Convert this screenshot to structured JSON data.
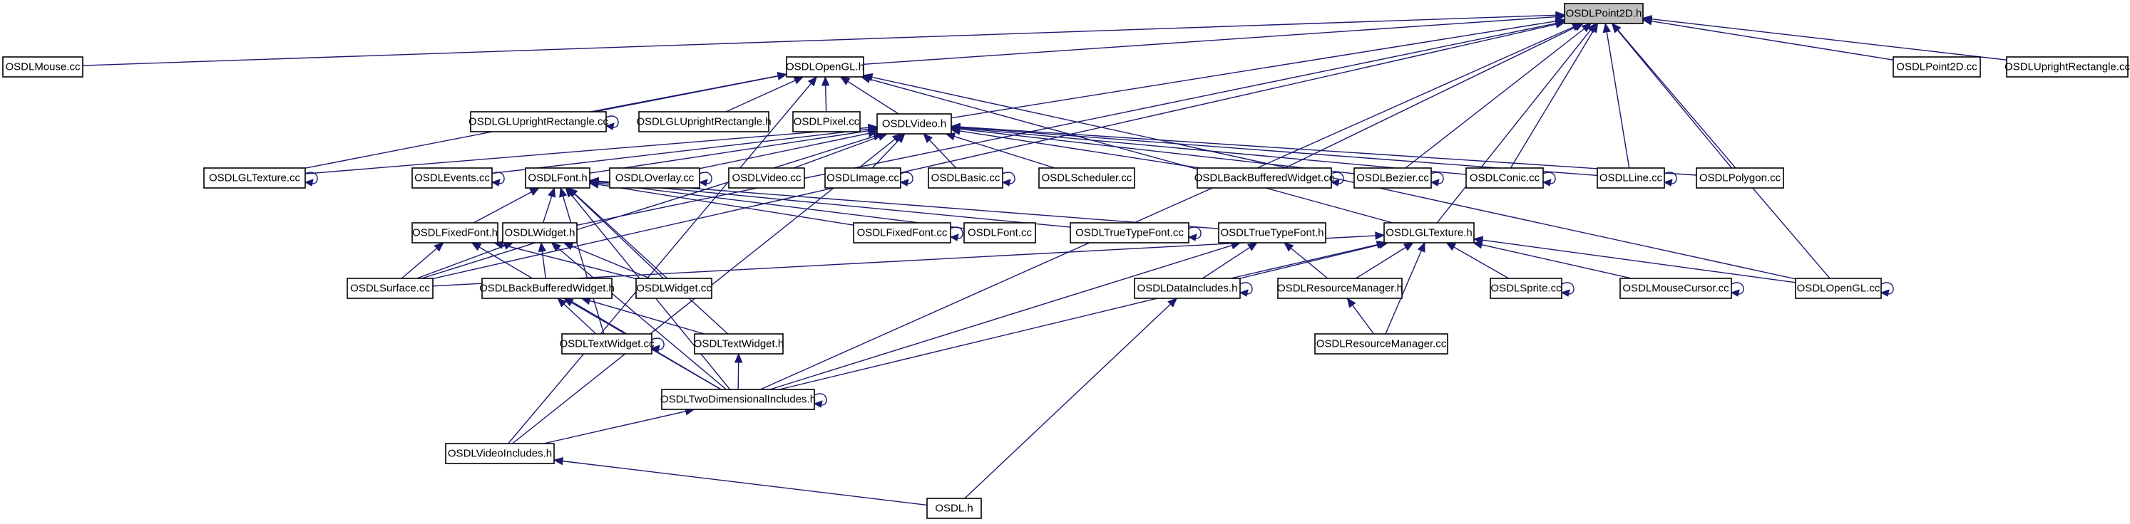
{
  "nodes": [
    {
      "id": "point2d_h",
      "label": "OSDLPoint2D.h",
      "root": true
    },
    {
      "id": "mouse_cc",
      "label": "OSDLMouse.cc"
    },
    {
      "id": "opengl_h",
      "label": "OSDLOpenGL.h"
    },
    {
      "id": "point2d_cc",
      "label": "OSDLPoint2D.cc"
    },
    {
      "id": "uprightrect_cc",
      "label": "OSDLUprightRectangle.cc"
    },
    {
      "id": "glupright_cc",
      "label": "OSDLGLUprightRectangle.cc"
    },
    {
      "id": "glupright_h",
      "label": "OSDLGLUprightRectangle.h"
    },
    {
      "id": "pixel_cc",
      "label": "OSDLPixel.cc"
    },
    {
      "id": "video_h",
      "label": "OSDLVideo.h"
    },
    {
      "id": "gltexture_cc",
      "label": "OSDLGLTexture.cc"
    },
    {
      "id": "events_cc",
      "label": "OSDLEvents.cc"
    },
    {
      "id": "font_h",
      "label": "OSDLFont.h"
    },
    {
      "id": "overlay_cc",
      "label": "OSDLOverlay.cc"
    },
    {
      "id": "video_cc",
      "label": "OSDLVideo.cc"
    },
    {
      "id": "image_cc",
      "label": "OSDLImage.cc"
    },
    {
      "id": "basic_cc",
      "label": "OSDLBasic.cc"
    },
    {
      "id": "scheduler_cc",
      "label": "OSDLScheduler.cc"
    },
    {
      "id": "backbuffered_cc",
      "label": "OSDLBackBufferedWidget.cc"
    },
    {
      "id": "bezier_cc",
      "label": "OSDLBezier.cc"
    },
    {
      "id": "conic_cc",
      "label": "OSDLConic.cc"
    },
    {
      "id": "line_cc",
      "label": "OSDLLine.cc"
    },
    {
      "id": "polygon_cc",
      "label": "OSDLPolygon.cc"
    },
    {
      "id": "fixedfont_h",
      "label": "OSDLFixedFont.h"
    },
    {
      "id": "widget_h",
      "label": "OSDLWidget.h"
    },
    {
      "id": "fixedfont_cc",
      "label": "OSDLFixedFont.cc"
    },
    {
      "id": "font_cc",
      "label": "OSDLFont.cc"
    },
    {
      "id": "truetypefont_cc",
      "label": "OSDLTrueTypeFont.cc"
    },
    {
      "id": "truetypefont_h",
      "label": "OSDLTrueTypeFont.h"
    },
    {
      "id": "gltexture_h",
      "label": "OSDLGLTexture.h"
    },
    {
      "id": "surface_cc",
      "label": "OSDLSurface.cc"
    },
    {
      "id": "widget_cc",
      "label": "OSDLWidget.cc"
    },
    {
      "id": "backbuffered_h",
      "label": "OSDLBackBufferedWidget.h"
    },
    {
      "id": "dataincludes_h",
      "label": "OSDLDataIncludes.h"
    },
    {
      "id": "resmanager_h",
      "label": "OSDLResourceManager.h"
    },
    {
      "id": "sprite_cc",
      "label": "OSDLSprite.cc"
    },
    {
      "id": "mousecursor_cc",
      "label": "OSDLMouseCursor.cc"
    },
    {
      "id": "opengl_cc",
      "label": "OSDLOpenGL.cc"
    },
    {
      "id": "textwidget_cc",
      "label": "OSDLTextWidget.cc"
    },
    {
      "id": "textwidget_h",
      "label": "OSDLTextWidget.h"
    },
    {
      "id": "resmanager_cc",
      "label": "OSDLResourceManager.cc"
    },
    {
      "id": "twodim_h",
      "label": "OSDLTwoDimensionalIncludes.h"
    },
    {
      "id": "videoincludes_h",
      "label": "OSDLVideoIncludes.h"
    },
    {
      "id": "osdl_h",
      "label": "OSDL.h"
    }
  ],
  "edges": [
    [
      "mouse_cc",
      "point2d_h"
    ],
    [
      "opengl_h",
      "point2d_h"
    ],
    [
      "point2d_cc",
      "point2d_h"
    ],
    [
      "uprightrect_cc",
      "point2d_h"
    ],
    [
      "surface_cc",
      "point2d_h"
    ],
    [
      "widget_h",
      "point2d_h"
    ],
    [
      "backbuffered_cc",
      "point2d_h"
    ],
    [
      "bezier_cc",
      "point2d_h"
    ],
    [
      "conic_cc",
      "point2d_h"
    ],
    [
      "line_cc",
      "point2d_h"
    ],
    [
      "polygon_cc",
      "point2d_h"
    ],
    [
      "opengl_cc",
      "point2d_h"
    ],
    [
      "twodim_h",
      "point2d_h"
    ],
    [
      "gltexture_h",
      "point2d_h"
    ],
    [
      "video_h",
      "point2d_h"
    ],
    [
      "glupright_cc",
      "opengl_h"
    ],
    [
      "glupright_h",
      "opengl_h"
    ],
    [
      "pixel_cc",
      "opengl_h"
    ],
    [
      "video_h",
      "opengl_h"
    ],
    [
      "gltexture_cc",
      "opengl_h"
    ],
    [
      "gltexture_h",
      "opengl_h"
    ],
    [
      "opengl_cc",
      "opengl_h"
    ],
    [
      "videoincludes_h",
      "opengl_h"
    ],
    [
      "gltexture_cc",
      "video_h"
    ],
    [
      "events_cc",
      "video_h"
    ],
    [
      "font_h",
      "video_h"
    ],
    [
      "overlay_cc",
      "video_h"
    ],
    [
      "video_cc",
      "video_h"
    ],
    [
      "image_cc",
      "video_h"
    ],
    [
      "basic_cc",
      "video_h"
    ],
    [
      "scheduler_cc",
      "video_h"
    ],
    [
      "backbuffered_cc",
      "video_h"
    ],
    [
      "bezier_cc",
      "video_h"
    ],
    [
      "conic_cc",
      "video_h"
    ],
    [
      "line_cc",
      "video_h"
    ],
    [
      "polygon_cc",
      "video_h"
    ],
    [
      "surface_cc",
      "video_h"
    ],
    [
      "videoincludes_h",
      "video_h"
    ],
    [
      "fixedfont_h",
      "font_h"
    ],
    [
      "widget_h",
      "font_h"
    ],
    [
      "fixedfont_cc",
      "font_h"
    ],
    [
      "font_cc",
      "font_h"
    ],
    [
      "truetypefont_cc",
      "font_h"
    ],
    [
      "truetypefont_h",
      "font_h"
    ],
    [
      "widget_cc",
      "font_h"
    ],
    [
      "textwidget_cc",
      "font_h"
    ],
    [
      "textwidget_h",
      "font_h"
    ],
    [
      "twodim_h",
      "font_h"
    ],
    [
      "surface_cc",
      "fixedfont_h"
    ],
    [
      "widget_cc",
      "fixedfont_h"
    ],
    [
      "twodim_h",
      "fixedfont_h"
    ],
    [
      "surface_cc",
      "widget_h"
    ],
    [
      "widget_cc",
      "widget_h"
    ],
    [
      "backbuffered_h",
      "widget_h"
    ],
    [
      "twodim_h",
      "widget_h"
    ],
    [
      "textwidget_cc",
      "backbuffered_h"
    ],
    [
      "textwidget_h",
      "backbuffered_h"
    ],
    [
      "twodim_h",
      "backbuffered_h"
    ],
    [
      "twodim_h",
      "textwidget_h"
    ],
    [
      "dataincludes_h",
      "truetypefont_h"
    ],
    [
      "resmanager_h",
      "truetypefont_h"
    ],
    [
      "twodim_h",
      "truetypefont_h"
    ],
    [
      "surface_cc",
      "gltexture_h"
    ],
    [
      "dataincludes_h",
      "gltexture_h"
    ],
    [
      "resmanager_h",
      "gltexture_h"
    ],
    [
      "sprite_cc",
      "gltexture_h"
    ],
    [
      "mousecursor_cc",
      "gltexture_h"
    ],
    [
      "opengl_cc",
      "gltexture_h"
    ],
    [
      "resmanager_cc",
      "gltexture_h"
    ],
    [
      "twodim_h",
      "gltexture_h"
    ],
    [
      "resmanager_cc",
      "resmanager_h"
    ],
    [
      "osdl_h",
      "dataincludes_h"
    ],
    [
      "videoincludes_h",
      "twodim_h"
    ],
    [
      "osdl_h",
      "videoincludes_h"
    ]
  ],
  "self_loops": [
    "glupright_cc",
    "gltexture_cc",
    "events_cc",
    "overlay_cc",
    "image_cc",
    "basic_cc",
    "backbuffered_cc",
    "bezier_cc",
    "conic_cc",
    "line_cc",
    "fixedfont_cc",
    "truetypefont_cc",
    "dataincludes_h",
    "sprite_cc",
    "mousecursor_cc",
    "opengl_cc",
    "textwidget_cc",
    "twodim_h"
  ],
  "colors": {
    "edge": "#191970",
    "root_fill": "#bfbfbf",
    "node_fill": "#ffffff",
    "node_stroke": "#000000"
  }
}
